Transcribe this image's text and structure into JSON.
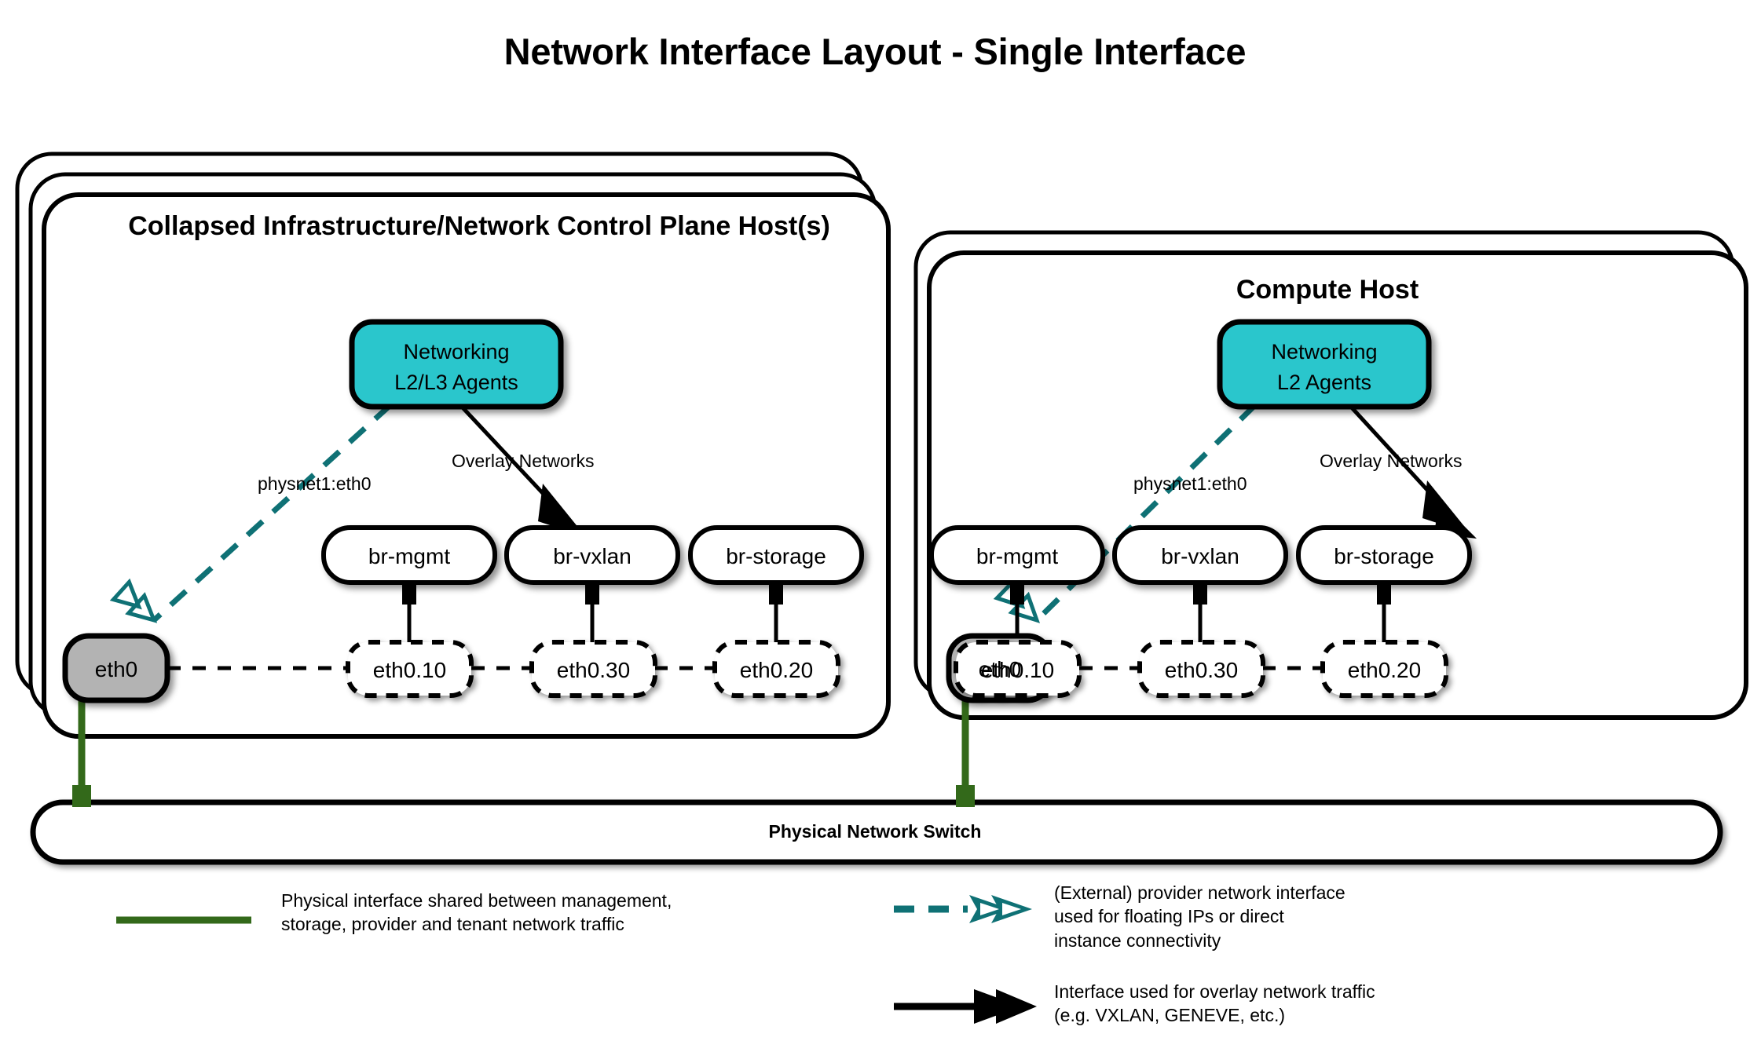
{
  "title": "Network Interface Layout - Single Interface",
  "colors": {
    "agent_fill": "#2CC6CC",
    "nic_fill": "#B3B3B3",
    "physical_green": "#33691A",
    "provider_teal": "#0F7175",
    "outline": "#000000",
    "background": "#FFFFFF"
  },
  "hosts": [
    {
      "id": "control-plane",
      "title": "Collapsed Infrastructure/Network Control Plane Host(s)",
      "stack_layers": 3,
      "agent": {
        "line1": "Networking",
        "line2": "L2/L3 Agents"
      },
      "edges": {
        "provider_label": "physnet1:eth0",
        "overlay_label": "Overlay Networks"
      },
      "nic": "eth0",
      "bridges": [
        "br-mgmt",
        "br-vxlan",
        "br-storage"
      ],
      "vlans": [
        "eth0.10",
        "eth0.30",
        "eth0.20"
      ]
    },
    {
      "id": "compute",
      "title": "Compute Host",
      "stack_layers": 2,
      "agent": {
        "line1": "Networking",
        "line2": "L2 Agents"
      },
      "edges": {
        "provider_label": "physnet1:eth0",
        "overlay_label": "Overlay Networks"
      },
      "nic": "eth0",
      "bridges": [
        "br-mgmt",
        "br-vxlan",
        "br-storage"
      ],
      "vlans": [
        "eth0.10",
        "eth0.30",
        "eth0.20"
      ]
    }
  ],
  "switch": {
    "label": "Physical Network Switch"
  },
  "legend": [
    {
      "key": "physical-interface",
      "style": "solid-green-line",
      "line1": "Physical interface shared between management,",
      "line2": "storage, provider and tenant network traffic"
    },
    {
      "key": "provider-interface",
      "style": "dashed-teal-double-arrow",
      "line1": "(External) provider network interface",
      "line2": "used for floating IPs or direct",
      "line3": "instance connectivity"
    },
    {
      "key": "overlay-interface",
      "style": "solid-black-double-arrow",
      "line1": "Interface used for overlay network traffic",
      "line2": "(e.g. VXLAN, GENEVE, etc.)"
    }
  ]
}
